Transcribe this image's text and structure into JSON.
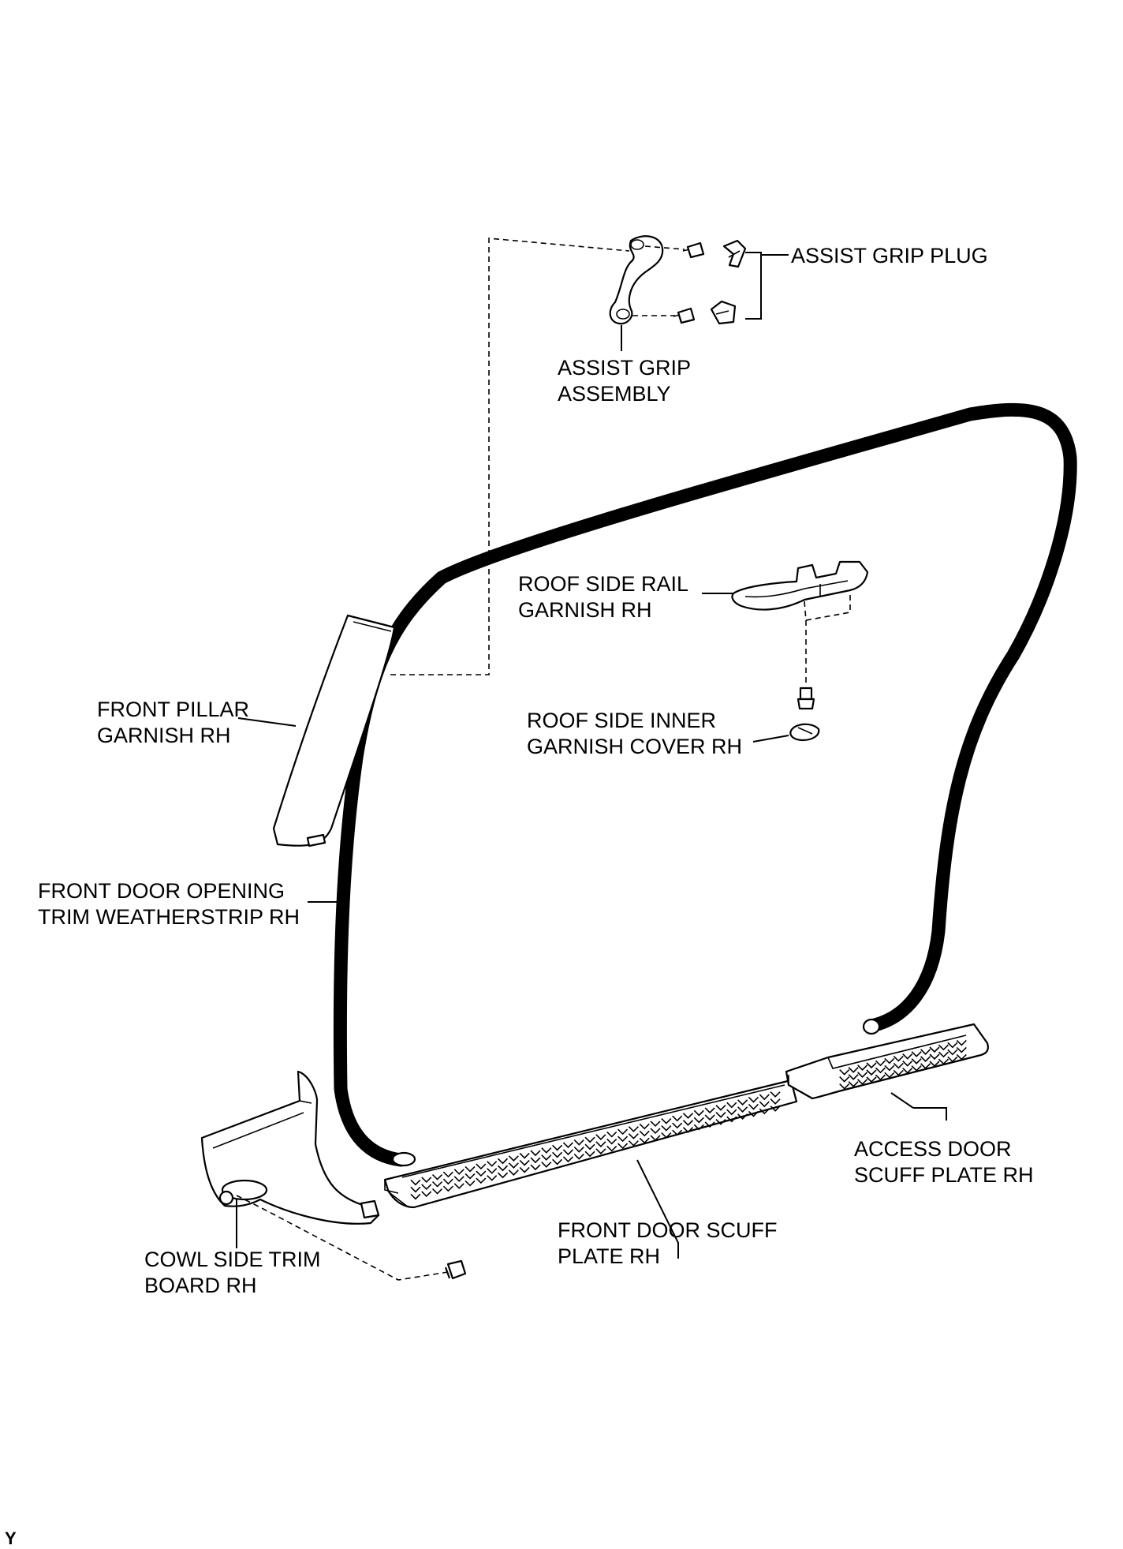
{
  "labels": {
    "assist_grip_plug": "ASSIST GRIP PLUG",
    "assist_grip_assembly": [
      "ASSIST GRIP",
      "ASSEMBLY"
    ],
    "roof_side_rail_garnish": [
      "ROOF SIDE RAIL",
      "GARNISH RH"
    ],
    "roof_side_inner_garnish_cover": [
      "ROOF SIDE INNER",
      "GARNISH COVER RH"
    ],
    "front_pillar_garnish": [
      "FRONT PILLAR",
      "GARNISH RH"
    ],
    "front_door_opening_weatherstrip": [
      "FRONT DOOR OPENING",
      "TRIM WEATHERSTRIP RH"
    ],
    "access_door_scuff_plate": [
      "ACCESS DOOR",
      "SCUFF PLATE RH"
    ],
    "front_door_scuff_plate": [
      "FRONT DOOR SCUFF",
      "PLATE RH"
    ],
    "cowl_side_trim_board": [
      "COWL SIDE TRIM",
      "BOARD RH"
    ]
  },
  "corner_code": "Y"
}
